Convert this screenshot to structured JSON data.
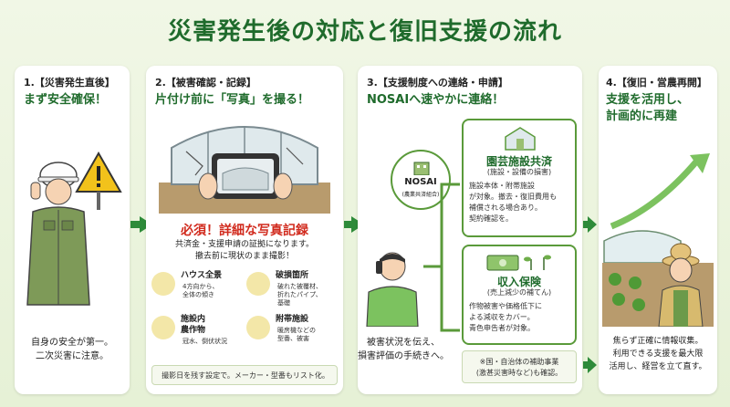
{
  "title": "災害発生後の対応と復旧支援の流れ",
  "step1": {
    "head": "1.【災害発生直後】",
    "sub": "まず安全確保！",
    "body1": "自身の安全が第一。",
    "body2": "二次災害に注意。"
  },
  "step2": {
    "head": "2.【被害確認・記録】",
    "sub": "片付け前に「写真」を撮る！",
    "must": "必須！詳細な写真記録",
    "desc1": "共済金・支援申請の証拠になります。",
    "desc2": "撤去前に現状のまま撮影！",
    "items": [
      {
        "label": "ハウス全景",
        "d1": "4方向から、",
        "d2": "全体の傾き"
      },
      {
        "label": "破損箇所",
        "d1": "破れた被覆材、",
        "d2": "折れたパイプ、",
        "d3": "基礎"
      },
      {
        "label": "施設内",
        "label2": "農作物",
        "d1": "冠水、倒伏状況"
      },
      {
        "label": "附帯施設",
        "d1": "暖房機などの",
        "d2": "型番、被害"
      }
    ],
    "footer": "撮影日を残す設定で。メーカー・型番もリスト化。"
  },
  "step3": {
    "head": "3.【支援制度への連絡・申請】",
    "sub": "NOSAIへ速やかに連絡！",
    "nosai": "NOSAI",
    "nosai_sub": "(農業共済組合)",
    "body1": "被害状況を伝え、",
    "body2": "損害評価の手続きへ。",
    "engei_title": "園芸施設共済",
    "engei_sub": "(施設・設備の損害)",
    "engei_l1": "施設本体・附帯施設",
    "engei_l2": "が対象。撤去・復旧費用も",
    "engei_l3": "補償される場合あり。",
    "engei_l4": "契約確認を。",
    "income_title": "収入保険",
    "income_sub": "(売上減少の補てん)",
    "income_l1": "作物被害や価格低下に",
    "income_l2": "よる減収をカバー。",
    "income_l3": "青色申告者が対象。",
    "note1": "※国・自治体の補助事業",
    "note2": "(激甚災害時など)も確認。"
  },
  "step4": {
    "head": "4.【復旧・営農再開】",
    "sub1": "支援を活用し、",
    "sub2": "計画的に再建",
    "body1": "焦らず正確に情報収集。",
    "body2": "利用できる支援を最大限",
    "body3": "活用し、経営を立て直す。"
  },
  "colors": {
    "accent": "#1f6b2c",
    "arrow": "#2e8b3a",
    "warning": "#f2c21b",
    "must_red": "#d12a1d"
  },
  "icons": [
    "warning-icon",
    "camera-icon",
    "greenhouse-icon",
    "magnifier-icon",
    "sprout-icon",
    "heater-icon",
    "phone-icon",
    "building-icon",
    "money-icon",
    "growth-arrow-icon"
  ]
}
